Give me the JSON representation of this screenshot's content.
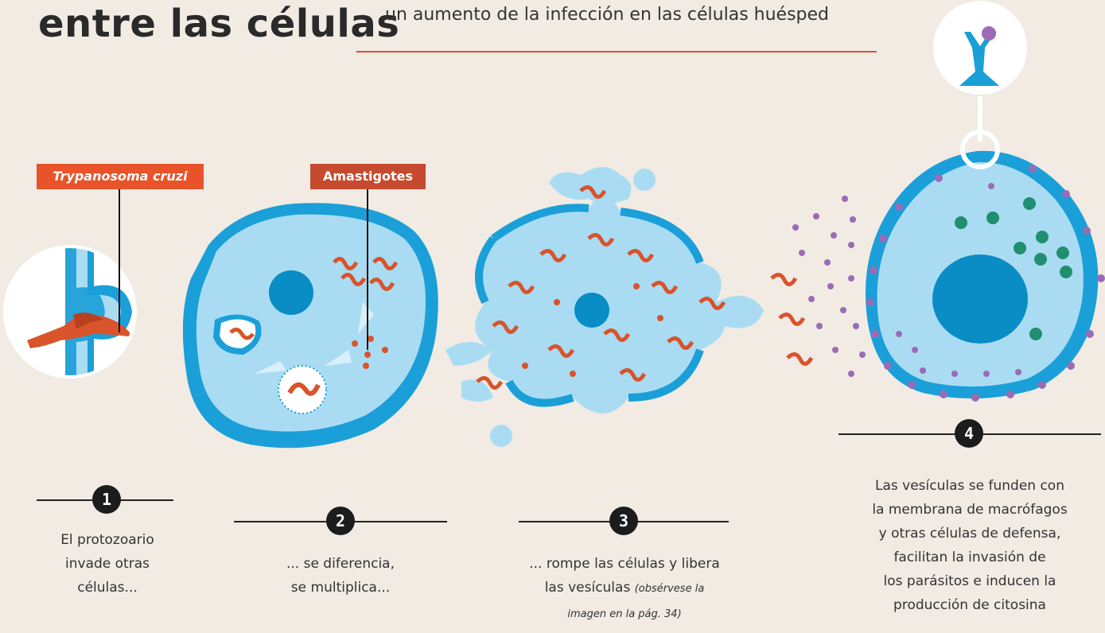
{
  "header": {
    "title": "entre las células",
    "subtitle": "un aumento de la infección en las células huésped"
  },
  "labels": {
    "trypanosoma": "Trypanosoma cruzi",
    "amastigotes": "Amastigotes"
  },
  "steps": [
    {
      "number": "1",
      "text_lines": [
        "El protozoario",
        "invade otras",
        "células..."
      ]
    },
    {
      "number": "2",
      "text_lines": [
        "... se diferencia,",
        "se multiplica..."
      ]
    },
    {
      "number": "3",
      "text_line1": "... rompe las células y libera",
      "text_line2_main": "las vesículas",
      "text_line2_note": "(obsérvese la",
      "text_line3_note": "imagen en la pág. 34)"
    },
    {
      "number": "4",
      "text_lines": [
        "Las vesículas se funden con",
        "la membrana de macrófagos",
        "y otras células de defensa,",
        "facilitan la invasión de",
        "los parásitos e inducen la",
        "producción de citosina"
      ]
    }
  ],
  "colors": {
    "background": "#f1ebe4",
    "membrane": "#1b9fd8",
    "cytoplasm": "#a9dcf3",
    "nucleus": "#0a8cc4",
    "parasite": "#d9532b",
    "vesicle": "#9b6bb5",
    "granule": "#1f8f6f",
    "accent_rule": "#d5562f"
  }
}
